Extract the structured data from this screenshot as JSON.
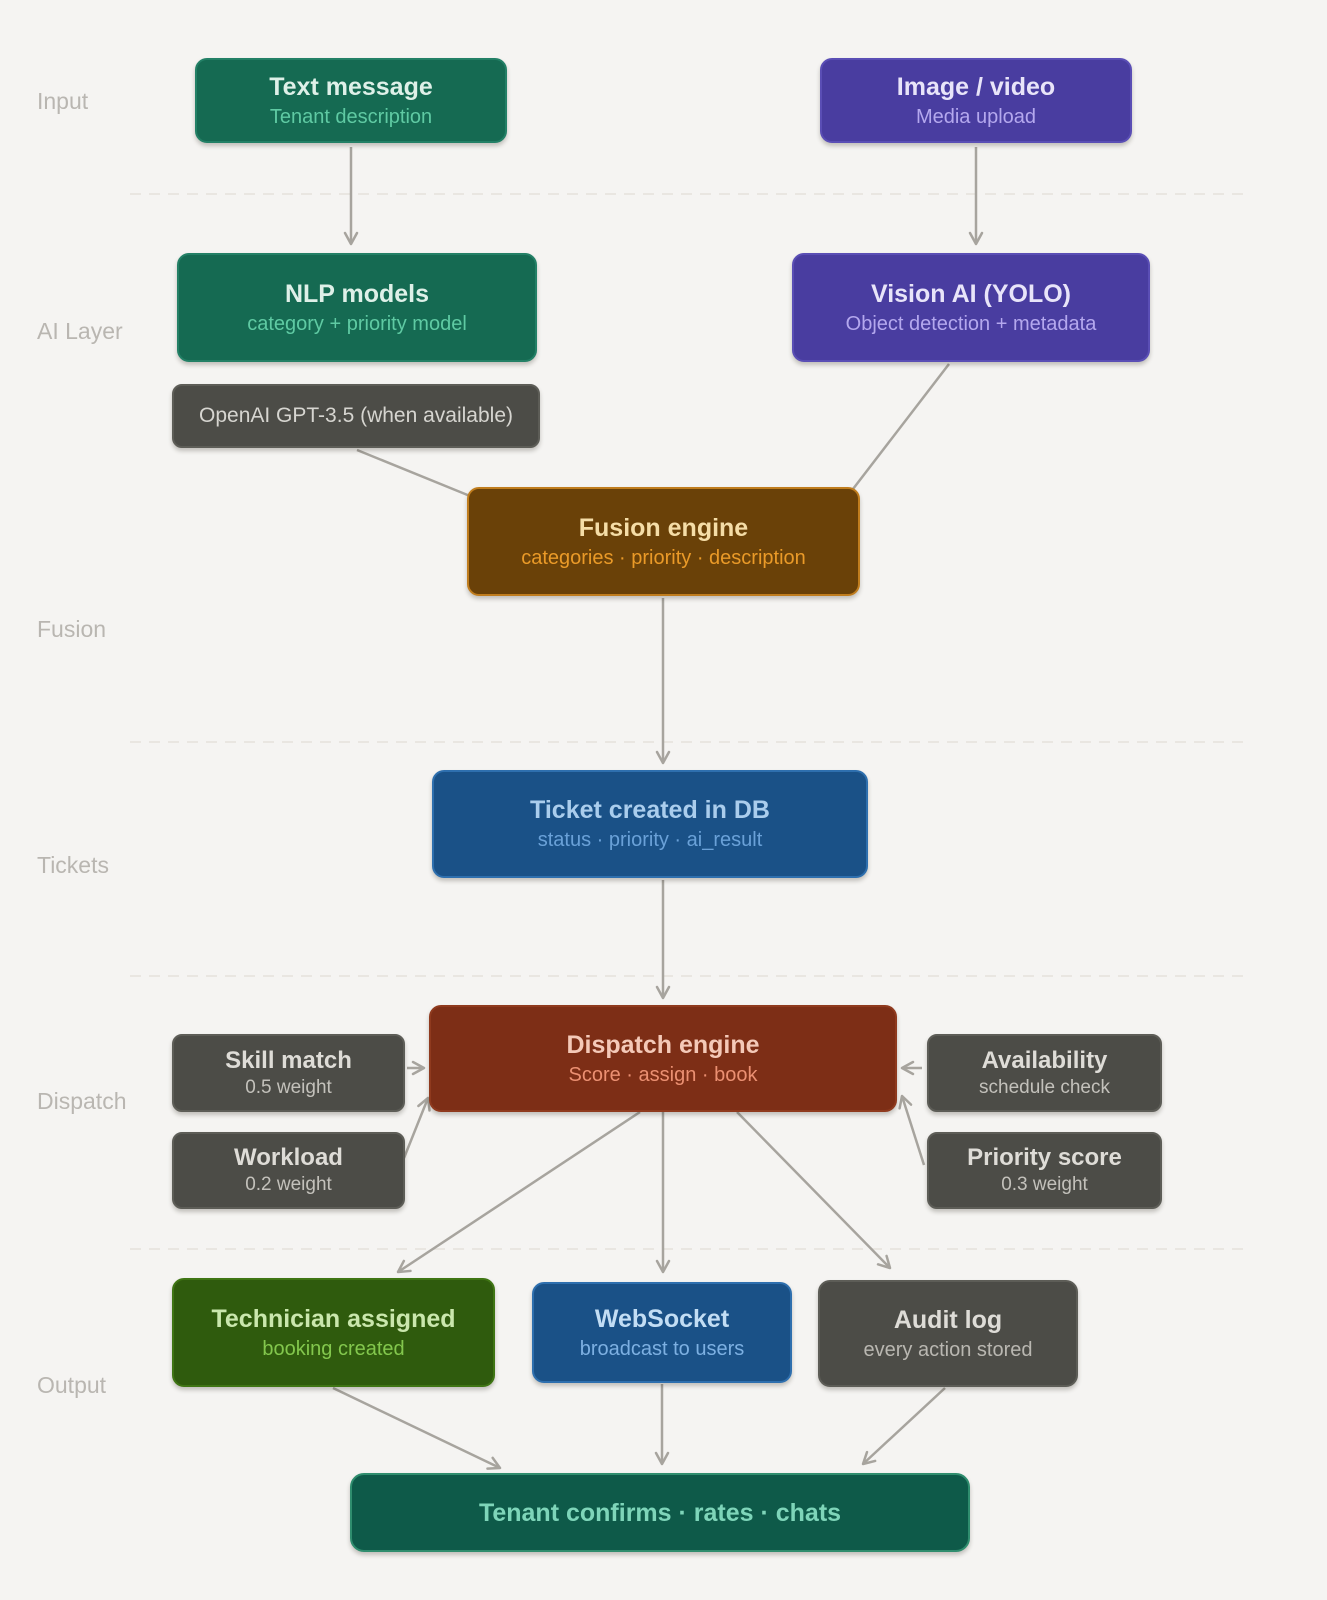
{
  "canvas": {
    "background": "#f5f4f2",
    "arrow_color": "#a7a49e",
    "separator_color": "#e9e6e1"
  },
  "sections": [
    {
      "label": "Input"
    },
    {
      "label": "AI Layer"
    },
    {
      "label": "Fusion"
    },
    {
      "label": "Tickets"
    },
    {
      "label": "Dispatch"
    },
    {
      "label": "Output"
    }
  ],
  "nodes": {
    "text_message": {
      "title": "Text message",
      "subtitle": "Tenant description",
      "fill": "#156a52",
      "border": "#238066",
      "title_color": "#def0e8",
      "subtitle_color": "#5fcaa3"
    },
    "image_video": {
      "title": "Image / video",
      "subtitle": "Media upload",
      "fill": "#493da0",
      "border": "#5a4eb5",
      "title_color": "#e8e4f9",
      "subtitle_color": "#b4a8ee"
    },
    "nlp_models": {
      "title": "NLP models",
      "subtitle": "category + priority model",
      "fill": "#156a52",
      "border": "#238066",
      "title_color": "#def0e8",
      "subtitle_color": "#5fcaa3"
    },
    "vision_ai": {
      "title": "Vision AI (YOLO)",
      "subtitle": "Object detection + metadata",
      "fill": "#493da0",
      "border": "#5a4eb5",
      "title_color": "#e8e4f9",
      "subtitle_color": "#b4a8ee"
    },
    "openai_gpt": {
      "title": "OpenAI GPT-3.5 (when available)",
      "fill": "#4c4c47",
      "border": "#5d5d57",
      "title_color": "#d6d5d0"
    },
    "fusion_engine": {
      "title": "Fusion engine",
      "subtitle": "categories · priority · description",
      "fill": "#6a4108",
      "border": "#c07d1e",
      "title_color": "#f5dda7",
      "subtitle_color": "#ea9a28"
    },
    "ticket_db": {
      "title": "Ticket created in DB",
      "subtitle": "status · priority · ai_result",
      "fill": "#1a5187",
      "border": "#2e6fae",
      "title_color": "#aacded",
      "subtitle_color": "#6aa1d8"
    },
    "dispatch_engine": {
      "title": "Dispatch engine",
      "subtitle": "Score · assign · book",
      "fill": "#7d2e16",
      "border": "#8f3a1e",
      "title_color": "#f4c9b8",
      "subtitle_color": "#eb9072"
    },
    "skill_match": {
      "title": "Skill match",
      "subtitle": "0.5 weight",
      "fill": "#4c4c47",
      "border": "#5d5d57",
      "title_color": "#dedcd7",
      "subtitle_color": "#c3c1bb"
    },
    "workload": {
      "title": "Workload",
      "subtitle": "0.2 weight",
      "fill": "#4c4c47",
      "border": "#5d5d57",
      "title_color": "#dedcd7",
      "subtitle_color": "#c3c1bb"
    },
    "availability": {
      "title": "Availability",
      "subtitle": "schedule check",
      "fill": "#4c4c47",
      "border": "#5d5d57",
      "title_color": "#dedcd7",
      "subtitle_color": "#c3c1bb"
    },
    "priority_score": {
      "title": "Priority score",
      "subtitle": "0.3 weight",
      "fill": "#4c4c47",
      "border": "#5d5d57",
      "title_color": "#dedcd7",
      "subtitle_color": "#c3c1bb"
    },
    "technician": {
      "title": "Technician assigned",
      "subtitle": "booking created",
      "fill": "#2f5b0d",
      "border": "#3f7514",
      "title_color": "#cae7ad",
      "subtitle_color": "#83c74d"
    },
    "websocket": {
      "title": "WebSocket",
      "subtitle": "broadcast to users",
      "fill": "#1a5187",
      "border": "#2e6fae",
      "title_color": "#c2ddf4",
      "subtitle_color": "#7db0e2"
    },
    "audit_log": {
      "title": "Audit log",
      "subtitle": "every action stored",
      "fill": "#4c4c47",
      "border": "#5d5d57",
      "title_color": "#dedcd7",
      "subtitle_color": "#b9b7b1"
    },
    "tenant_confirms": {
      "title": "Tenant confirms · rates · chats",
      "fill": "#0e5a49",
      "border": "#2f8d6e",
      "title_color": "#7ed5b9"
    }
  }
}
